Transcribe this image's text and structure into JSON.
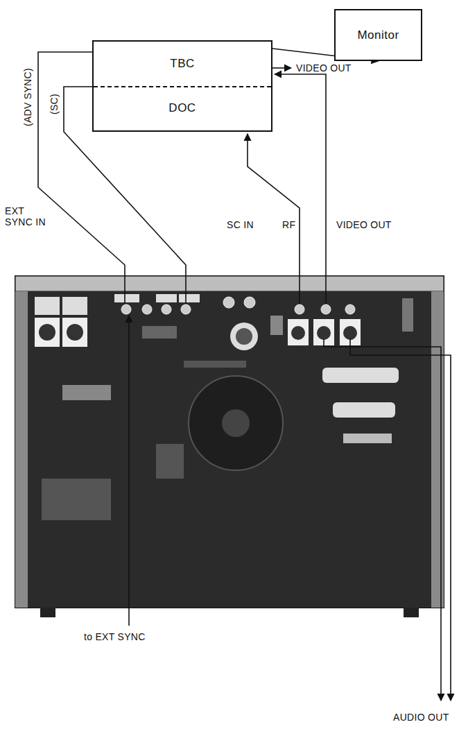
{
  "diagram": {
    "nodes": [
      {
        "text": [
          "Monitor"
        ]
      },
      {
        "text": [
          "TBC",
          "DOC"
        ]
      }
    ],
    "edges": [
      {
        "from": 1,
        "to": 0,
        "arrow": "to"
      }
    ],
    "labels": [
      "(ADV SYNC)",
      "(SC)",
      "VIDEO OUT",
      "EXT SYNC IN",
      "SC IN",
      "RF",
      "VIDEO OUT",
      "to EXT SYNC",
      "AUDIO OUT"
    ]
  }
}
